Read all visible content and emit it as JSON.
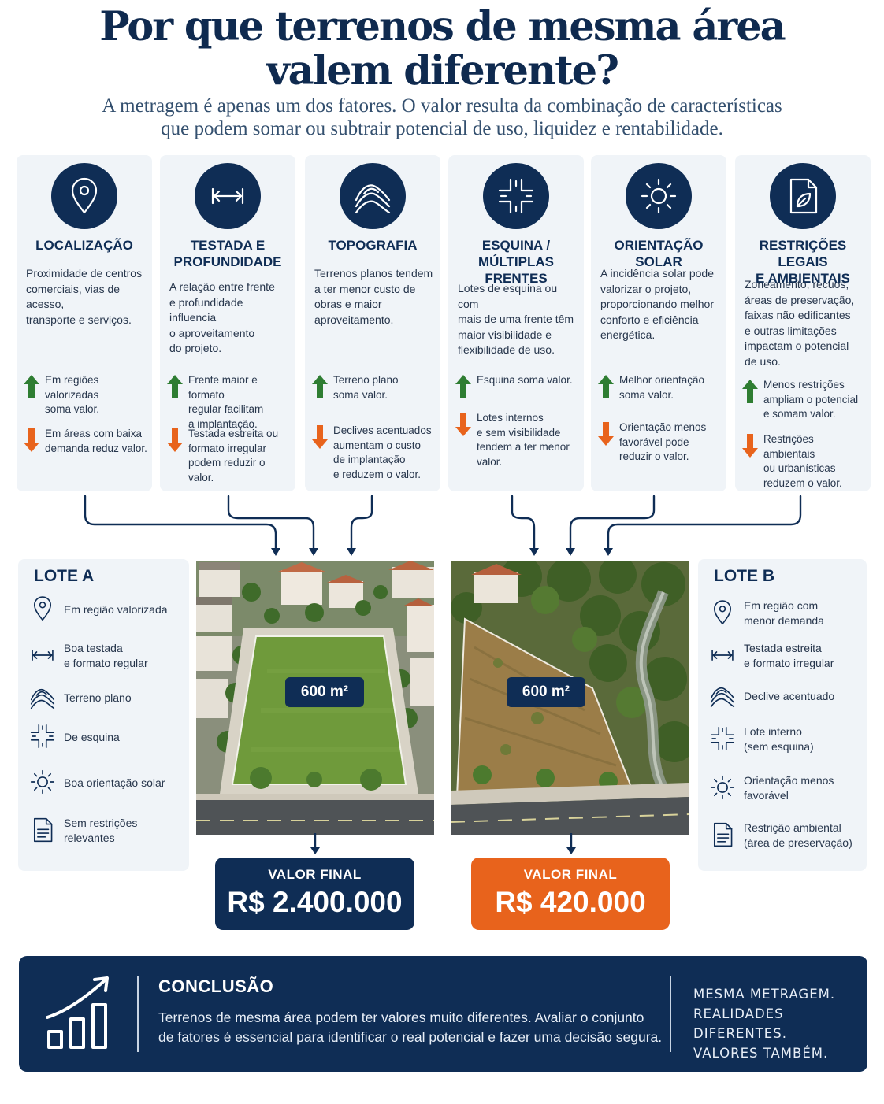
{
  "header": {
    "title_line1": "Por que terrenos de mesma área",
    "title_line2": "valem diferente?",
    "subtitle_line1": "A metragem é apenas um dos fatores. O valor resulta da combinação de características",
    "subtitle_line2": "que podem somar ou subtrair potencial de uso, liquidez e rentabilidade."
  },
  "colors": {
    "navy": "#0f2d55",
    "green": "#2e7d32",
    "orange": "#e8631c",
    "panel": "#f0f4f8"
  },
  "factors": [
    {
      "icon": "location-pin-icon",
      "title_l1": "LOCALIZAÇÃO",
      "title_l2": "",
      "desc": [
        "Proximidade de centros",
        "comerciais, vias de acesso,",
        "transporte e serviços."
      ],
      "up": [
        "Em regiões valorizadas",
        "soma valor."
      ],
      "down": [
        "Em áreas com baixa",
        "demanda reduz valor."
      ]
    },
    {
      "icon": "width-arrows-icon",
      "title_l1": "TESTADA E",
      "title_l2": "PROFUNDIDADE",
      "desc": [
        "A relação entre frente",
        "e profundidade influencia",
        "o aproveitamento",
        "do projeto."
      ],
      "up": [
        "Frente maior e formato",
        "regular facilitam",
        "a implantação."
      ],
      "down": [
        "Testada estreita ou",
        "formato irregular",
        "podem reduzir o valor."
      ]
    },
    {
      "icon": "terrain-icon",
      "title_l1": "TOPOGRAFIA",
      "title_l2": "",
      "desc": [
        "Terrenos planos tendem",
        "a ter menor custo de",
        "obras e maior",
        "aproveitamento."
      ],
      "up": [
        "Terreno plano",
        "soma valor."
      ],
      "down": [
        "Declives acentuados",
        "aumentam o custo",
        "de implantação",
        "e reduzem o valor."
      ]
    },
    {
      "icon": "intersection-icon",
      "title_l1": "ESQUINA /",
      "title_l2": "MÚLTIPLAS FRENTES",
      "desc": [
        "Lotes de esquina ou com",
        "mais de uma frente têm",
        "maior visibilidade e",
        "flexibilidade de uso."
      ],
      "up": [
        "Esquina soma valor."
      ],
      "down": [
        "Lotes internos",
        "e sem visibilidade",
        "tendem a ter menor",
        "valor."
      ]
    },
    {
      "icon": "sun-icon",
      "title_l1": "ORIENTAÇÃO SOLAR",
      "title_l2": "",
      "desc": [
        "A incidência solar pode",
        "valorizar o projeto,",
        "proporcionando melhor",
        "conforto e eficiência",
        "energética."
      ],
      "up": [
        "Melhor orientação",
        "soma valor."
      ],
      "down": [
        "Orientação menos",
        "favorável pode",
        "reduzir o valor."
      ]
    },
    {
      "icon": "document-leaf-icon",
      "title_l1": "RESTRIÇÕES LEGAIS",
      "title_l2": "E AMBIENTAIS",
      "desc": [
        "Zoneamento, recuos,",
        "áreas de preservação,",
        "faixas não edificantes",
        "e outras limitações",
        "impactam o potencial",
        "de uso."
      ],
      "up": [
        "Menos restrições",
        "ampliam o potencial",
        "e somam valor."
      ],
      "down": [
        "Restrições ambientais",
        "ou urbanísticas",
        "reduzem o valor."
      ]
    }
  ],
  "lote_a": {
    "title": "LOTE A",
    "items": [
      {
        "icon": "location-pin-icon",
        "text": [
          "Em região valorizada"
        ]
      },
      {
        "icon": "width-arrows-icon",
        "text": [
          "Boa testada",
          "e formato regular"
        ]
      },
      {
        "icon": "terrain-icon",
        "text": [
          "Terreno plano"
        ]
      },
      {
        "icon": "intersection-icon",
        "text": [
          "De esquina"
        ]
      },
      {
        "icon": "sun-icon",
        "text": [
          "Boa orientação solar"
        ]
      },
      {
        "icon": "document-icon",
        "text": [
          "Sem restrições relevantes"
        ]
      }
    ],
    "area": "600 m²",
    "valor_label": "VALOR FINAL",
    "valor": "R$  2.400.000"
  },
  "lote_b": {
    "title": "LOTE B",
    "items": [
      {
        "icon": "location-pin-icon",
        "text": [
          "Em região com",
          "menor demanda"
        ]
      },
      {
        "icon": "width-arrows-icon",
        "text": [
          "Testada estreita",
          "e formato irregular"
        ]
      },
      {
        "icon": "terrain-icon",
        "text": [
          "Declive acentuado"
        ]
      },
      {
        "icon": "intersection-icon",
        "text": [
          "Lote interno",
          "(sem esquina)"
        ]
      },
      {
        "icon": "sun-icon",
        "text": [
          "Orientação menos",
          "favorável"
        ]
      },
      {
        "icon": "document-icon",
        "text": [
          "Restrição ambiental",
          "(área de preservação)"
        ]
      }
    ],
    "area": "600 m²",
    "valor_label": "VALOR FINAL",
    "valor": "R$  420.000"
  },
  "conclusion": {
    "title": "CONCLUSÃO",
    "text_l1": "Terrenos de mesma área podem ter valores muito diferentes. Avaliar o conjunto",
    "text_l2": "de fatores é essencial para identificar o real potencial e fazer uma decisão segura.",
    "tagline": [
      "MESMA METRAGEM.",
      "REALIDADES DIFERENTES.",
      "VALORES TAMBÉM."
    ]
  }
}
